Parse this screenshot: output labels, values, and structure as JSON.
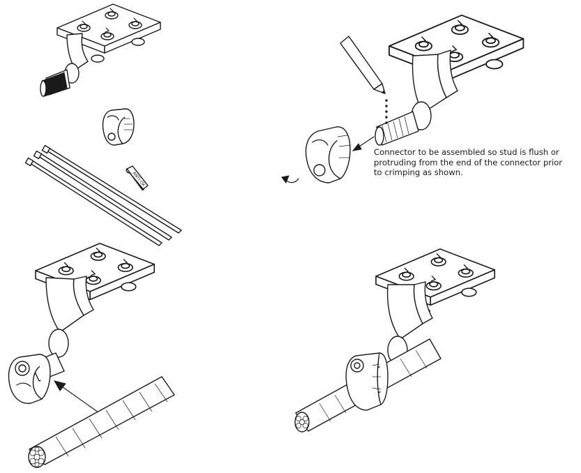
{
  "instruction_note": {
    "lines": [
      "Connector to be assembled so stud is flush or",
      "protruding from the end of the connector prior",
      "to crimping as shown."
    ]
  },
  "packet_label": "ANTI-OX",
  "colors": {
    "line": "#1a1a1a",
    "background": "#ffffff"
  }
}
